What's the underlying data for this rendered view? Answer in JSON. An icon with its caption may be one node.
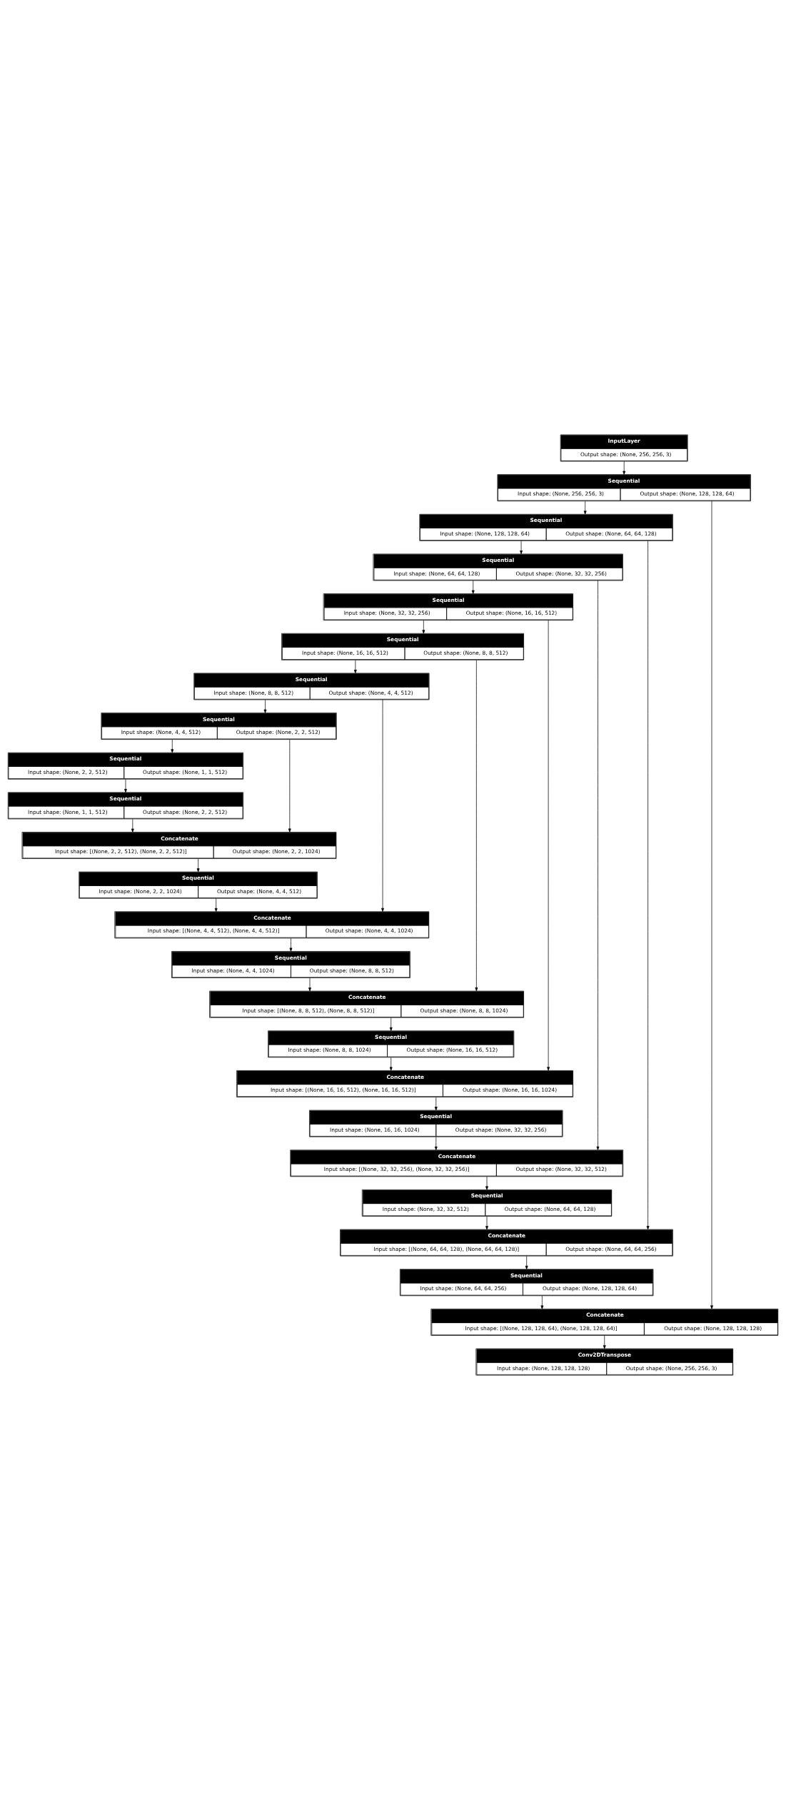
{
  "diagram": {
    "nodes": [
      {
        "text": [
          "InputLayer",
          "Output shape: (None, 256, 256, 3)"
        ]
      },
      {
        "text": [
          "Sequential",
          "Input shape: (None, 256, 256, 3)",
          "Output shape: (None, 128, 128, 64)"
        ]
      },
      {
        "text": [
          "Sequential",
          "Input shape: (None, 128, 128, 64)",
          "Output shape: (None, 64, 64, 128)"
        ]
      },
      {
        "text": [
          "Sequential",
          "Input shape: (None, 64, 64, 128)",
          "Output shape: (None, 32, 32, 256)"
        ]
      },
      {
        "text": [
          "Sequential",
          "Input shape: (None, 32, 32, 256)",
          "Output shape: (None, 16, 16, 512)"
        ]
      },
      {
        "text": [
          "Sequential",
          "Input shape: (None, 16, 16, 512)",
          "Output shape: (None, 8, 8, 512)"
        ]
      },
      {
        "text": [
          "Sequential",
          "Input shape: (None, 8, 8, 512)",
          "Output shape: (None, 4, 4, 512)"
        ]
      },
      {
        "text": [
          "Sequential",
          "Input shape: (None, 4, 4, 512)",
          "Output shape: (None, 2, 2, 512)"
        ]
      },
      {
        "text": [
          "Sequential",
          "Input shape: (None, 2, 2, 512)",
          "Output shape: (None, 1, 1, 512)"
        ]
      },
      {
        "text": [
          "Sequential",
          "Input shape: (None, 1, 1, 512)",
          "Output shape: (None, 2, 2, 512)"
        ]
      },
      {
        "text": [
          "Concatenate",
          "Input shape: [(None, 2, 2, 512), (None, 2, 2, 512)]",
          "Output shape: (None, 2, 2, 1024)"
        ]
      },
      {
        "text": [
          "Sequential",
          "Input shape: (None, 2, 2, 1024)",
          "Output shape: (None, 4, 4, 512)"
        ]
      },
      {
        "text": [
          "Concatenate",
          "Input shape: [(None, 4, 4, 512), (None, 4, 4, 512)]",
          "Output shape: (None, 4, 4, 1024)"
        ]
      },
      {
        "text": [
          "Sequential",
          "Input shape: (None, 4, 4, 1024)",
          "Output shape: (None, 8, 8, 512)"
        ]
      },
      {
        "text": [
          "Concatenate",
          "Input shape: [(None, 8, 8, 512), (None, 8, 8, 512)]",
          "Output shape: (None, 8, 8, 1024)"
        ]
      },
      {
        "text": [
          "Sequential",
          "Input shape: (None, 8, 8, 1024)",
          "Output shape: (None, 16, 16, 512)"
        ]
      },
      {
        "text": [
          "Concatenate",
          "Input shape: [(None, 16, 16, 512), (None, 16, 16, 512)]",
          "Output shape: (None, 16, 16, 1024)"
        ]
      },
      {
        "text": [
          "Sequential",
          "Input shape: (None, 16, 16, 1024)",
          "Output shape: (None, 32, 32, 256)"
        ]
      },
      {
        "text": [
          "Concatenate",
          "Input shape: [(None, 32, 32, 256), (None, 32, 32, 256)]",
          "Output shape: (None, 32, 32, 512)"
        ]
      },
      {
        "text": [
          "Sequential",
          "Input shape: (None, 32, 32, 512)",
          "Output shape: (None, 64, 64, 128)"
        ]
      },
      {
        "text": [
          "Concatenate",
          "Input shape: [(None, 64, 64, 128), (None, 64, 64, 128)]",
          "Output shape: (None, 64, 64, 256)"
        ]
      },
      {
        "text": [
          "Sequential",
          "Input shape: (None, 64, 64, 256)",
          "Output shape: (None, 128, 128, 64)"
        ]
      },
      {
        "text": [
          "Concatenate",
          "Input shape: [(None, 128, 128, 64), (None, 128, 128, 64)]",
          "Output shape: (None, 128, 128, 128)"
        ]
      },
      {
        "text": [
          "Conv2DTranspose",
          "Input shape: (None, 128, 128, 128)",
          "Output shape: (None, 256, 256, 3)"
        ]
      }
    ],
    "edges": [
      {
        "from": 0,
        "to": 1,
        "arrow": "to"
      },
      {
        "from": 1,
        "to": 2,
        "arrow": "to"
      },
      {
        "from": 1,
        "to": 22,
        "arrow": "to"
      },
      {
        "from": 2,
        "to": 3,
        "arrow": "to"
      },
      {
        "from": 2,
        "to": 20,
        "arrow": "to"
      },
      {
        "from": 3,
        "to": 4,
        "arrow": "to"
      },
      {
        "from": 3,
        "to": 18,
        "arrow": "to"
      },
      {
        "from": 4,
        "to": 5,
        "arrow": "to"
      },
      {
        "from": 4,
        "to": 16,
        "arrow": "to"
      },
      {
        "from": 5,
        "to": 6,
        "arrow": "to"
      },
      {
        "from": 5,
        "to": 14,
        "arrow": "to"
      },
      {
        "from": 6,
        "to": 7,
        "arrow": "to"
      },
      {
        "from": 6,
        "to": 12,
        "arrow": "to"
      },
      {
        "from": 7,
        "to": 8,
        "arrow": "to"
      },
      {
        "from": 7,
        "to": 10,
        "arrow": "to"
      },
      {
        "from": 8,
        "to": 9,
        "arrow": "to"
      },
      {
        "from": 9,
        "to": 10,
        "arrow": "to"
      },
      {
        "from": 10,
        "to": 11,
        "arrow": "to"
      },
      {
        "from": 11,
        "to": 12,
        "arrow": "to"
      },
      {
        "from": 12,
        "to": 13,
        "arrow": "to"
      },
      {
        "from": 13,
        "to": 14,
        "arrow": "to"
      },
      {
        "from": 14,
        "to": 15,
        "arrow": "to"
      },
      {
        "from": 15,
        "to": 16,
        "arrow": "to"
      },
      {
        "from": 16,
        "to": 17,
        "arrow": "to"
      },
      {
        "from": 17,
        "to": 18,
        "arrow": "to"
      },
      {
        "from": 18,
        "to": 19,
        "arrow": "to"
      },
      {
        "from": 19,
        "to": 20,
        "arrow": "to"
      },
      {
        "from": 20,
        "to": 21,
        "arrow": "to"
      },
      {
        "from": 21,
        "to": 22,
        "arrow": "to"
      },
      {
        "from": 22,
        "to": 23,
        "arrow": "to"
      }
    ]
  }
}
